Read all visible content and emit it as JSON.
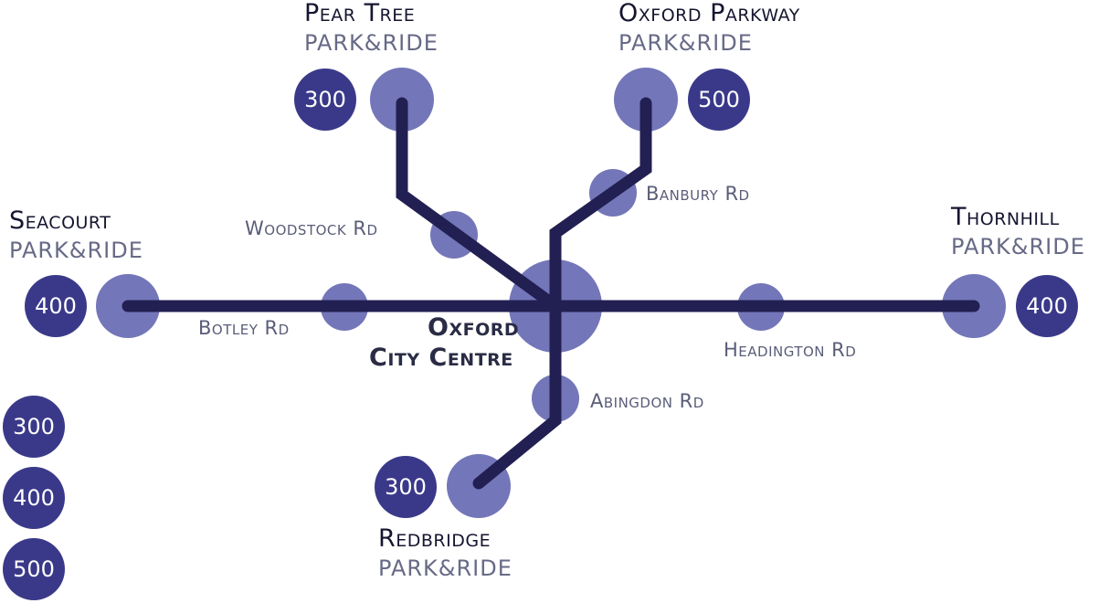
{
  "park_and_rides": {
    "pear_tree": {
      "name": "Pear Tree",
      "sub": "PARK&RIDE",
      "route": "300"
    },
    "oxford_parkway": {
      "name": "Oxford Parkway",
      "sub": "PARK&RIDE",
      "route": "500"
    },
    "seacourt": {
      "name": "Seacourt",
      "sub": "PARK&RIDE",
      "route": "400"
    },
    "thornhill": {
      "name": "Thornhill",
      "sub": "PARK&RIDE",
      "route": "400"
    },
    "redbridge": {
      "name": "Redbridge",
      "sub": "PARK&RIDE",
      "route": "300"
    }
  },
  "stops": {
    "woodstock_rd": "Woodstock Rd",
    "banbury_rd": "Banbury Rd",
    "botley_rd": "Botley Rd",
    "headington_rd": "Headington Rd",
    "abingdon_rd": "Abingdon Rd"
  },
  "centre": {
    "line1": "Oxford",
    "line2": "City Centre"
  },
  "legend": [
    "300",
    "400",
    "500"
  ],
  "colors": {
    "route_line": "#221f52",
    "stop_circle": "#7376b8",
    "route_badge": "#3a3989",
    "badge_text": "#ffffff"
  }
}
